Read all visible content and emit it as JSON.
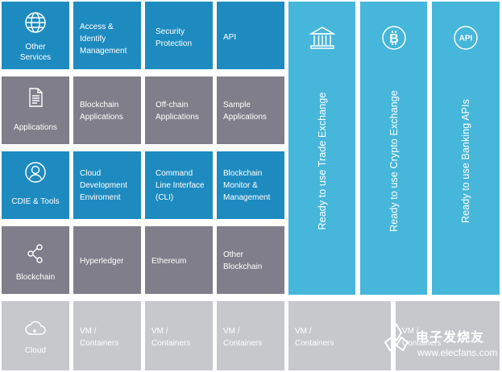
{
  "rows": [
    {
      "category": {
        "label": "Other\nServices",
        "icon": "globe-icon"
      },
      "cells": [
        "Access &\nIdentify\nManagement",
        "Security\nProtection",
        "API"
      ]
    },
    {
      "category": {
        "label": "Applications",
        "icon": "document-icon"
      },
      "cells": [
        "Blockchain\nApplications",
        "Off-chain\nApplications",
        "Sample\nApplications"
      ]
    },
    {
      "category": {
        "label": "CDIE & Tools",
        "icon": "user-icon"
      },
      "cells": [
        "Cloud\nDevelopment\nEnviroment",
        "Command\nLine Interface\n(CLI)",
        "Blockchain\nMonitor &\nManagement"
      ]
    },
    {
      "category": {
        "label": "Blockchain",
        "icon": "share-nodes-icon"
      },
      "cells": [
        "Hyperledger",
        "Ethereum",
        "Other\nBlockchain"
      ]
    },
    {
      "category": {
        "label": "Cloud",
        "icon": "cloud-icon"
      },
      "cells": [
        "VM /\nContainers",
        "VM /\nContainers",
        "VM /\nContainers",
        "VM /\nContainers",
        "VM /\nContainers"
      ]
    }
  ],
  "columns": [
    {
      "label": "Ready to use Trade Exchange",
      "icon": "bank-icon"
    },
    {
      "label": "Ready to use Crypto Exchange",
      "icon": "bitcoin-icon"
    },
    {
      "label": "Ready to use Banking APIs",
      "icon": "api-icon",
      "icon_text": "API"
    }
  ],
  "watermark": {
    "cn": "电子发烧友",
    "url": "www.elecfans.com"
  },
  "colors": {
    "blue": "#1e8bc0",
    "gray": "#7f7e8a",
    "light": "#c7c8cc",
    "cyan": "#46b6da"
  }
}
